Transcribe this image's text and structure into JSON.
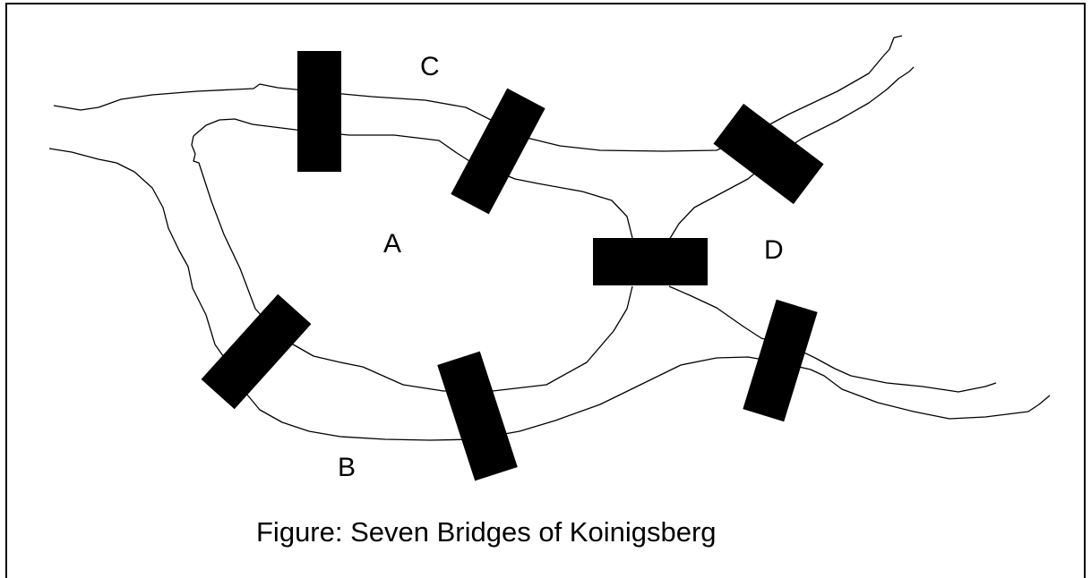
{
  "regions": {
    "A": "A",
    "B": "B",
    "C": "C",
    "D": "D"
  },
  "caption": "Figure: Seven Bridges of Koinigsberg"
}
